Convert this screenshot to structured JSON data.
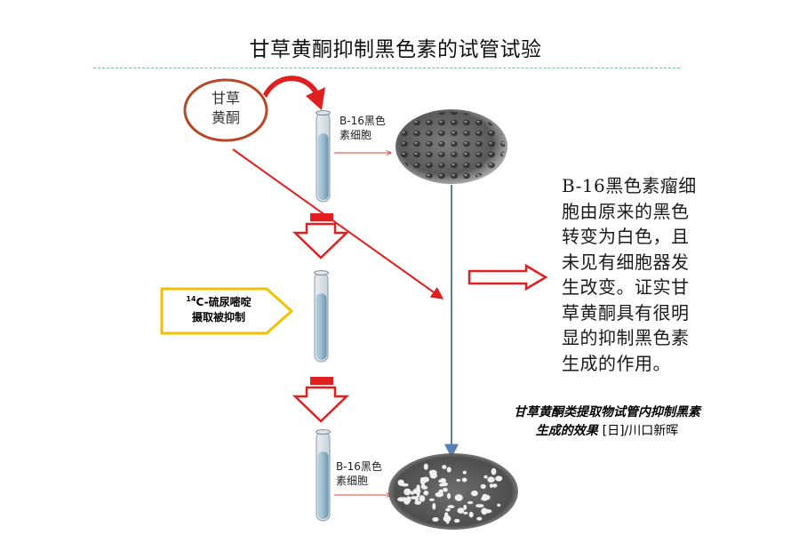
{
  "title": "甘草黄酮抑制黑色素的试管试验",
  "reagent": {
    "line1": "甘草",
    "line2": "黄酮"
  },
  "top_cell_label": {
    "line1": "B-16黑色",
    "line2": "素细胞"
  },
  "inhibition_label": {
    "superscript": "14",
    "line1_rest": "C-硫尿嘧啶",
    "line2": "摄取被抑制"
  },
  "bottom_cell_label": {
    "line1": "B-16黑色",
    "line2": "素细胞"
  },
  "conclusion": {
    "lines": [
      "B-16黑色素瘤细",
      "胞由原来的黑色",
      "转变为白色，且",
      "未见有细胞器发",
      "生改变。证实甘",
      "草黄酮具有很明",
      "显的抑制黑色素",
      "生成的作用。"
    ]
  },
  "caption": {
    "line1": "甘草黄酮类提取物试管内抑制黑素",
    "line2_main": "生成的效果",
    "line2_source": "[日]/川口新晖"
  },
  "colors": {
    "accent_red": "#e02020",
    "flow_blue": "#5b7fb0",
    "tube_fill": "#8fb3c7",
    "outline_orange": "#f2c200",
    "oval_stroke": "#b5492a"
  }
}
